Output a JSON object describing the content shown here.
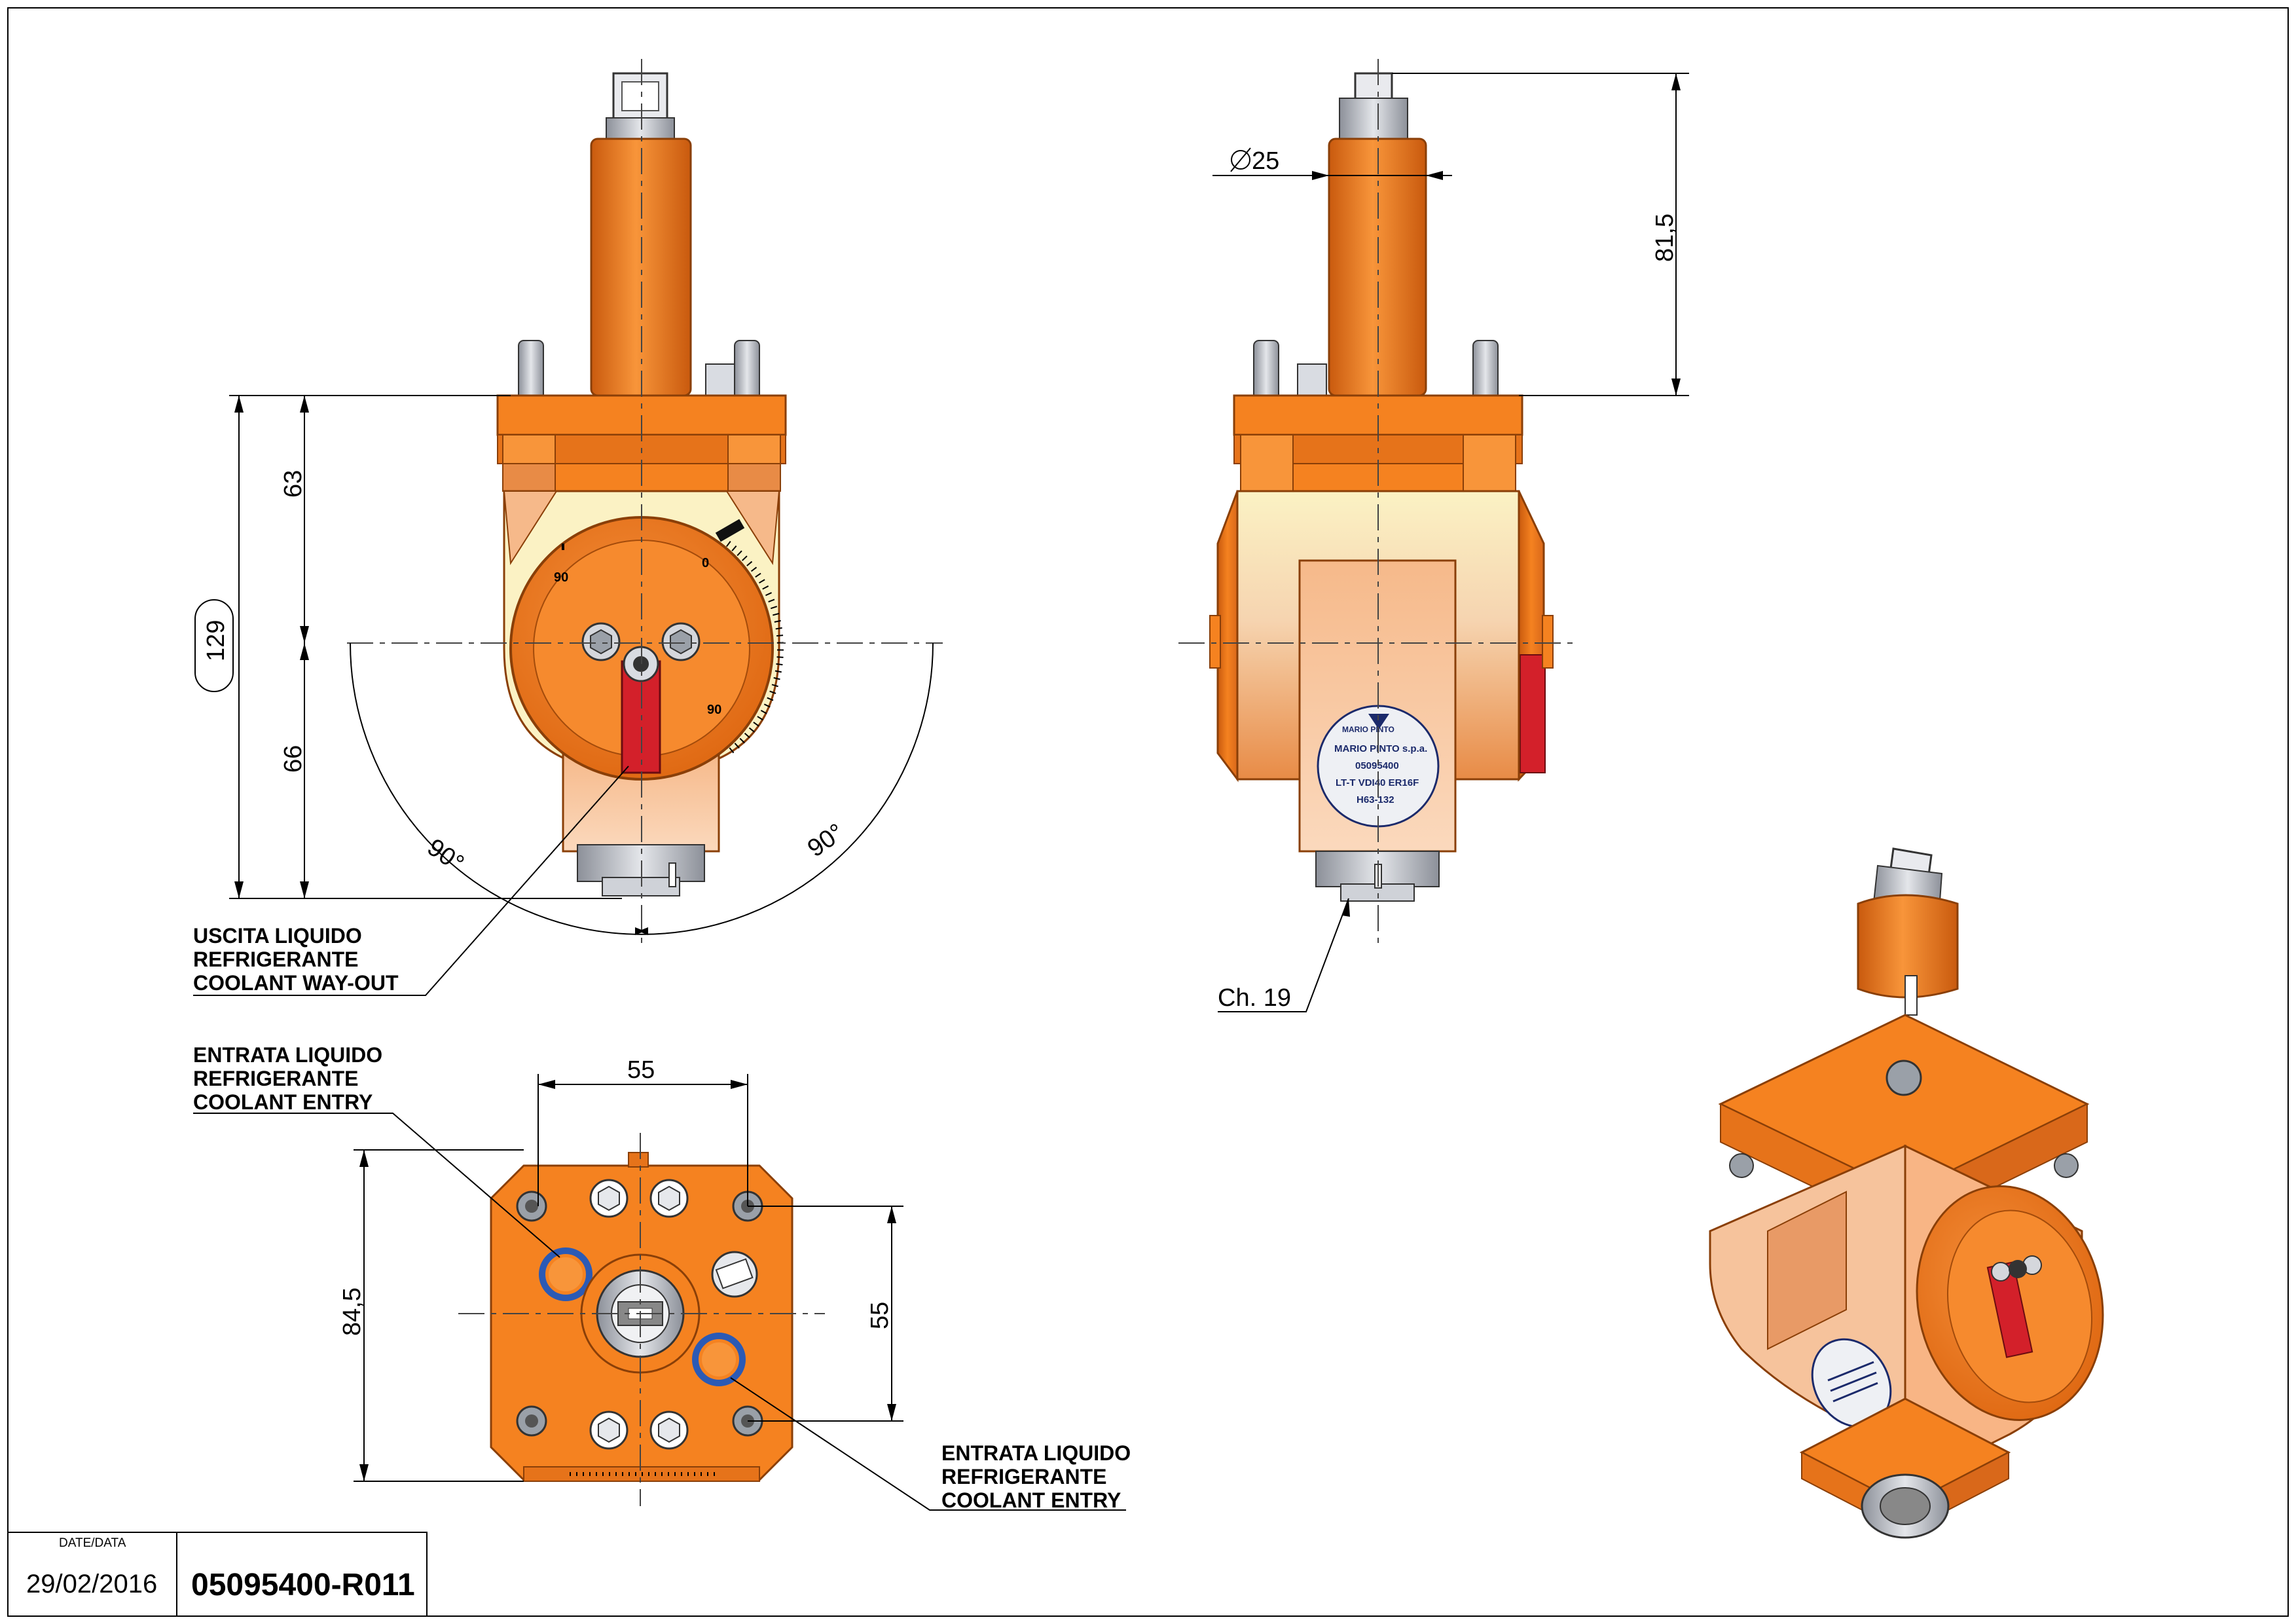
{
  "dimensions": {
    "d63": "63",
    "d66": "66",
    "d129": "129",
    "angle_left": "90°",
    "angle_right": "90°",
    "d815": "81,5",
    "phi25": "25",
    "d55_top": "55",
    "d55_side": "55",
    "d845": "84,5",
    "ch19": "Ch. 19"
  },
  "dial": {
    "mark_0": "0",
    "mark_90_top": "90",
    "mark_90_bottom": "90"
  },
  "notes": {
    "coolant_out": [
      "USCITA LIQUIDO",
      "REFRIGERANTE",
      "COOLANT WAY-OUT"
    ],
    "coolant_entry_top": [
      "ENTRATA LIQUIDO",
      "REFRIGERANTE",
      "COOLANT ENTRY"
    ],
    "coolant_entry_bottom": [
      "ENTRATA LIQUIDO",
      "REFRIGERANTE",
      "COOLANT ENTRY"
    ]
  },
  "nameplate": {
    "brand_mark": "MARIO PINTO",
    "lines": [
      "MARIO PINTO s.p.a.",
      "05095400",
      "LT-T VDI40 ER16F",
      "H63-132"
    ]
  },
  "title_block": {
    "date_label": "DATE/DATA",
    "date_value": "29/02/2016",
    "drawing_number": "05095400-R011"
  },
  "colors": {
    "orange": "#f58220",
    "orange_dark": "#c95a0e",
    "peach": "#f6c39c",
    "cream": "#fbf2c4",
    "red": "#d3202a",
    "grey": "#b8bcc4",
    "blue_oring": "#2b5ab5"
  }
}
